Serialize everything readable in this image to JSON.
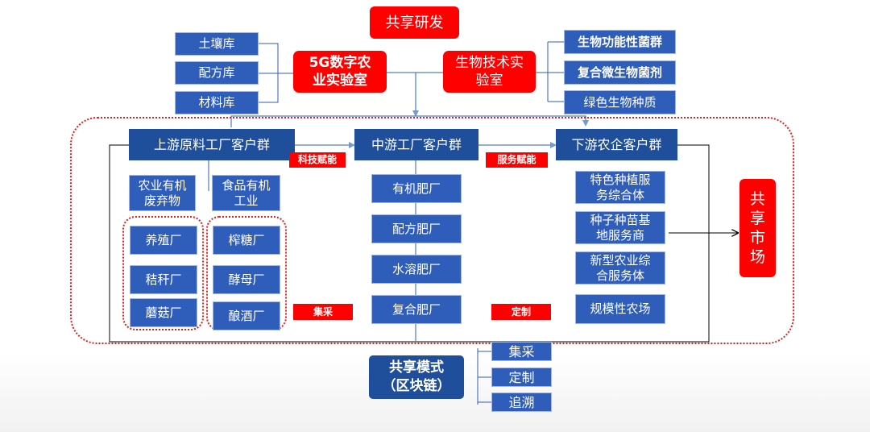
{
  "top": {
    "research": "共享研发",
    "lab_5g": "5G数字农\n业实验室",
    "lab_bio": "生物技术实\n验室"
  },
  "libraries": [
    "土壤库",
    "配方库",
    "材料库"
  ],
  "bio_products": [
    "生物功能性菌群",
    "复合微生物菌剂",
    "绿色生物种质"
  ],
  "groups": {
    "upstream": "上游原料工厂客户群",
    "midstream": "中游工厂客户群",
    "downstream": "下游农企客户群"
  },
  "labels": {
    "tech": "科技赋能",
    "service": "服务赋能",
    "collect": "集采",
    "custom": "定制"
  },
  "upstream": {
    "cat_agri": "农业有机\n废弃物",
    "cat_food": "食品有机\n工业",
    "agri_items": [
      "养殖厂",
      "秸秆厂",
      "蘑菇厂"
    ],
    "food_items": [
      "榨糖厂",
      "酵母厂",
      "酿酒厂"
    ]
  },
  "midstream_items": [
    "有机肥厂",
    "配方肥厂",
    "水溶肥厂",
    "复合肥厂"
  ],
  "downstream_items": [
    "特色种植服\n务综合体",
    "种子种苗基\n地服务商",
    "新型农业综\n合服务体",
    "规模性农场"
  ],
  "market": "共\n享\n市\n场",
  "model": {
    "title": "共享模式\n（区块链）",
    "items": [
      "集采",
      "定制",
      "追溯"
    ]
  },
  "colors": {
    "block_blue": "#2f5dba",
    "header_blue": "#1f4e9a",
    "accent_red": "#ff0000",
    "dotted_red": "#e31b1b"
  }
}
